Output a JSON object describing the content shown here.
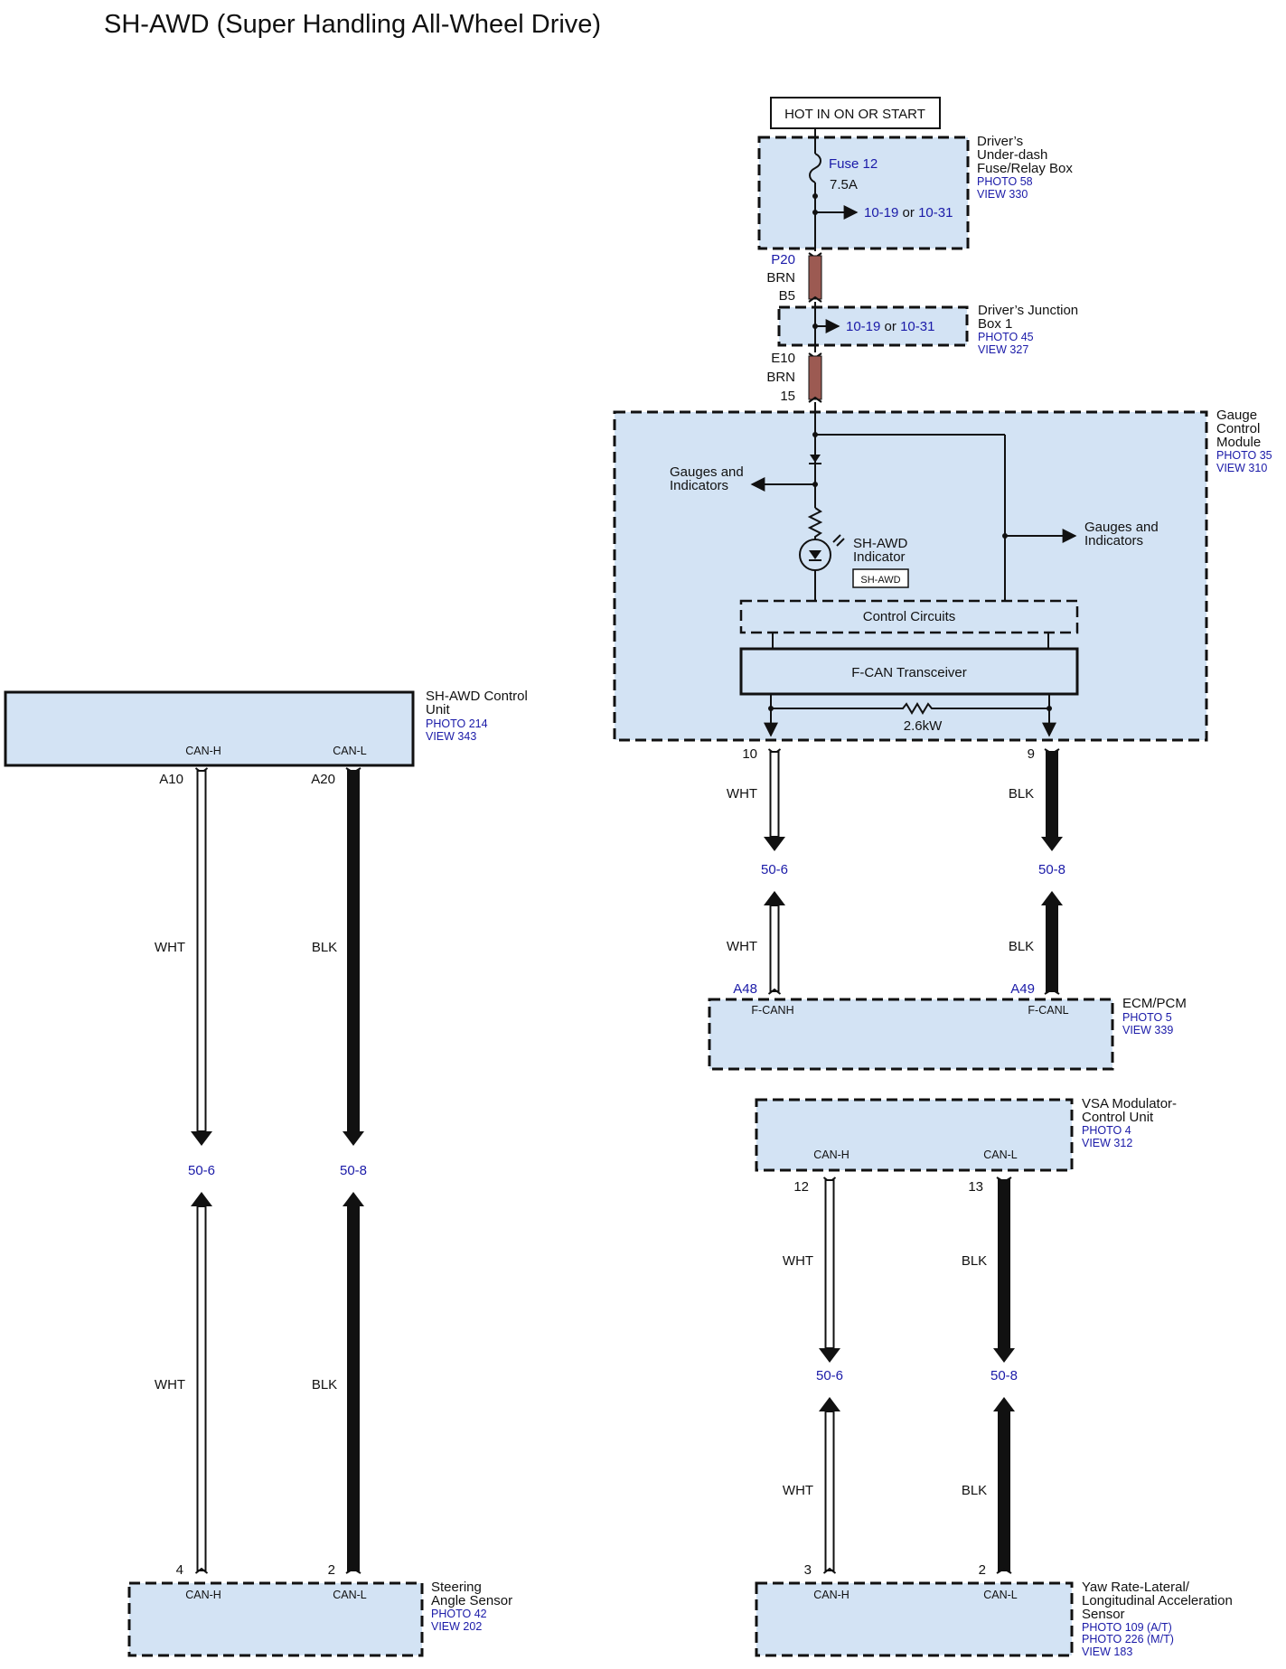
{
  "title": "SH-AWD (Super Handling All-Wheel Drive)",
  "power": {
    "label": "HOT IN ON OR START"
  },
  "underdash": {
    "name_lines": [
      "Driver’s",
      "Under-dash",
      "Fuse/Relay Box"
    ],
    "photo": "PHOTO 58",
    "view": "VIEW 330",
    "fuse": "Fuse 12",
    "rating": "7.5A",
    "ref_a": "10-19",
    "ref_or": "or",
    "ref_b": "10-31"
  },
  "wire1": {
    "top_pin": "P20",
    "color": "BRN",
    "bottom_pin": "B5",
    "fill": "#9c5a52"
  },
  "junction": {
    "name_lines": [
      "Driver’s Junction",
      "Box 1"
    ],
    "photo": "PHOTO 45",
    "view": "VIEW 327",
    "ref_a": "10-19",
    "ref_or": "or",
    "ref_b": "10-31"
  },
  "wire2": {
    "top_pin": "E10",
    "color": "BRN",
    "bottom_pin": "15"
  },
  "gauge": {
    "name_lines": [
      "Gauge",
      "Control",
      "Module"
    ],
    "photo": "PHOTO 35",
    "view": "VIEW 310",
    "gauges_left": [
      "Gauges and",
      "Indicators"
    ],
    "gauges_right": [
      "Gauges and",
      "Indicators"
    ],
    "indicator_lines": [
      "SH-AWD",
      "Indicator"
    ],
    "badge": "SH-AWD",
    "control": "Control Circuits",
    "transceiver": "F-CAN Transceiver",
    "resistor": "2.6kW",
    "pin_h": "10",
    "pin_l": "9"
  },
  "sh_awd_unit": {
    "name_lines": [
      "SH-AWD Control",
      "Unit"
    ],
    "photo": "PHOTO 214",
    "view": "VIEW 343",
    "can_h": "CAN-H",
    "can_l": "CAN-L",
    "pin_h": "A10",
    "pin_l": "A20"
  },
  "steering": {
    "name_lines": [
      "Steering",
      "Angle Sensor"
    ],
    "photo": "PHOTO 42",
    "view": "VIEW 202",
    "can_h": "CAN-H",
    "can_l": "CAN-L",
    "pin_h": "4",
    "pin_l": "2"
  },
  "ecm": {
    "name_lines": [
      "ECM/PCM"
    ],
    "photo": "PHOTO 5",
    "view": "VIEW 339",
    "can_h": "F-CANH",
    "can_l": "F-CANL",
    "pin_h": "A48",
    "pin_l": "A49"
  },
  "vsa": {
    "name_lines": [
      "VSA Modulator-",
      "Control Unit"
    ],
    "photo": "PHOTO 4",
    "view": "VIEW 312",
    "can_h": "CAN-H",
    "can_l": "CAN-L",
    "pin_h": "12",
    "pin_l": "13"
  },
  "yaw": {
    "name_lines": [
      "Yaw Rate-Lateral/",
      "Longitudinal Acceleration",
      "Sensor"
    ],
    "photo_at": "PHOTO 109 (A/T)",
    "photo_mt": "PHOTO 226 (M/T)",
    "view": "VIEW 183",
    "can_h": "CAN-H",
    "can_l": "CAN-L",
    "pin_h": "3",
    "pin_l": "2"
  },
  "can": {
    "wht": "WHT",
    "blk": "BLK",
    "ref_h": "50-6",
    "ref_l": "50-8"
  }
}
